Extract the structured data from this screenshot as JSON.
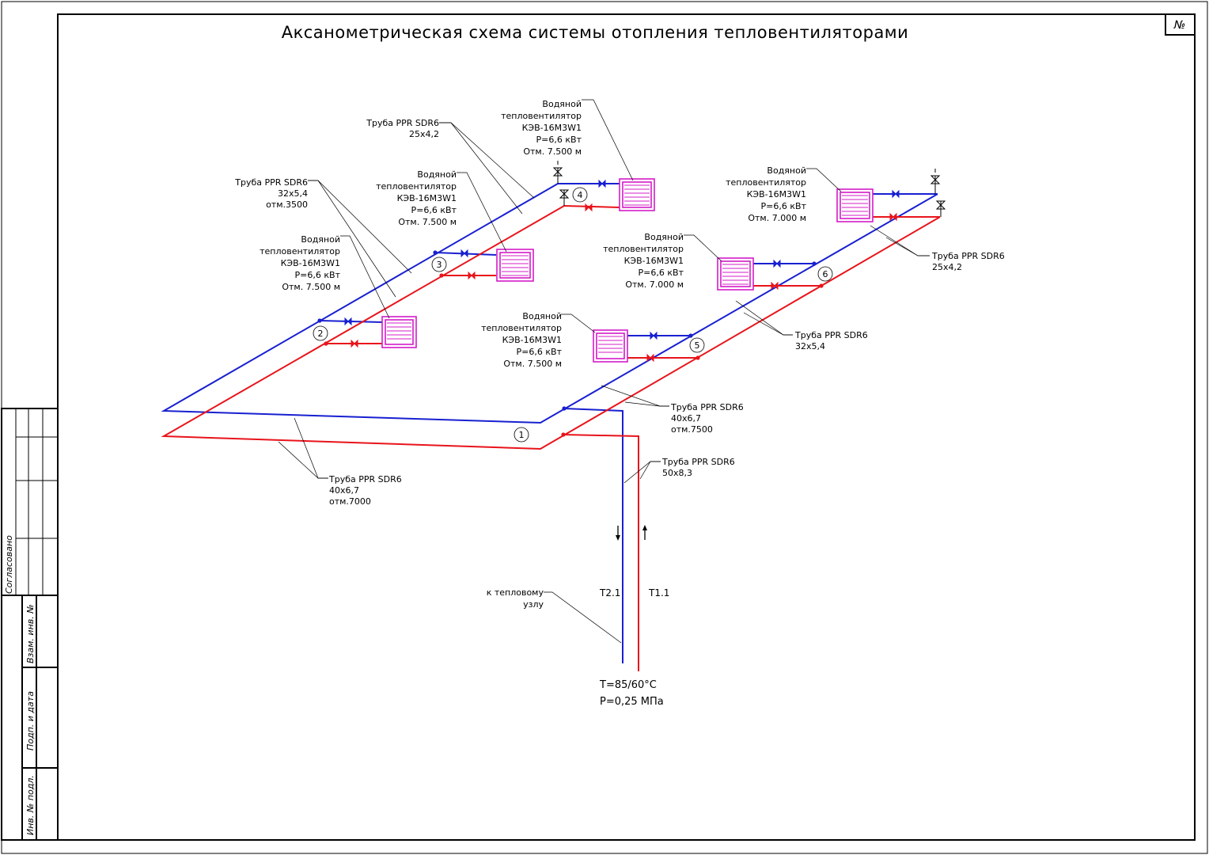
{
  "title": "Аксанометрическая схема системы отопления тепловентиляторами",
  "sheet_no_label": "№",
  "stamp": {
    "agreed": "Согласовано",
    "replace_inv": "Взам. инв. №",
    "sign_date": "Подп. и дата",
    "inv_no": "Инв. № подл."
  },
  "fan_heaters": [
    {
      "line1": "Водяной",
      "line2": "тепловентилятор",
      "line3": "КЭВ-16М3W1",
      "line4": "Р=6,6 кВт",
      "line5": "Отм. 7.500 м"
    },
    {
      "line1": "Водяной",
      "line2": "тепловентилятор",
      "line3": "КЭВ-16М3W1",
      "line4": "Р=6,6 кВт",
      "line5": "Отм. 7.500 м"
    },
    {
      "line1": "Водяной",
      "line2": "тепловентилятор",
      "line3": "КЭВ-16М3W1",
      "line4": "Р=6,6 кВт",
      "line5": "Отм. 7.500 м"
    },
    {
      "line1": "Водяной",
      "line2": "тепловентилятор",
      "line3": "КЭВ-16М3W1",
      "line4": "Р=6,6 кВт",
      "line5": "Отм. 7.500 м"
    },
    {
      "line1": "Водяной",
      "line2": "тепловентилятор",
      "line3": "КЭВ-16М3W1",
      "line4": "Р=6,6 кВт",
      "line5": "Отм. 7.000 м"
    },
    {
      "line1": "Водяной",
      "line2": "тепловентилятор",
      "line3": "КЭВ-16М3W1",
      "line4": "Р=6,6 кВт",
      "line5": "Отм. 7.000 м"
    }
  ],
  "pipes": [
    {
      "line1": "Труба  PPR SDR6",
      "line2": "25х4,2",
      "line3": ""
    },
    {
      "line1": "Труба  PPR SDR6",
      "line2": "32х5,4",
      "line3": "отм.3500"
    },
    {
      "line1": "Труба  PPR SDR6",
      "line2": "25х4,2",
      "line3": ""
    },
    {
      "line1": "Труба  PPR SDR6",
      "line2": "32х5,4",
      "line3": ""
    },
    {
      "line1": "Труба  PPR SDR6",
      "line2": "40х6,7",
      "line3": "отм.7500"
    },
    {
      "line1": "Труба  PPR SDR6",
      "line2": "50х8,3",
      "line3": ""
    },
    {
      "line1": "Труба  PPR SDR6",
      "line2": "40х6,7",
      "line3": "отм.7000"
    }
  ],
  "nodes": [
    "1",
    "2",
    "3",
    "4",
    "5",
    "6"
  ],
  "heat_node": {
    "line1": "к тепловому",
    "line2": "узлу"
  },
  "return_label": "Т2.1",
  "supply_label": "Т1.1",
  "params": {
    "temperature": "Т=85/60°С",
    "pressure": "Р=0,25 МПа"
  },
  "colors": {
    "supply": "#e8141b",
    "return": "#1820d0",
    "fan_heater": "#d41cc8"
  },
  "icons": {
    "return_arrow": "arrow-down-icon",
    "supply_arrow": "arrow-up-icon",
    "valve": "valve-icon",
    "air_vent": "air-vent-icon"
  }
}
